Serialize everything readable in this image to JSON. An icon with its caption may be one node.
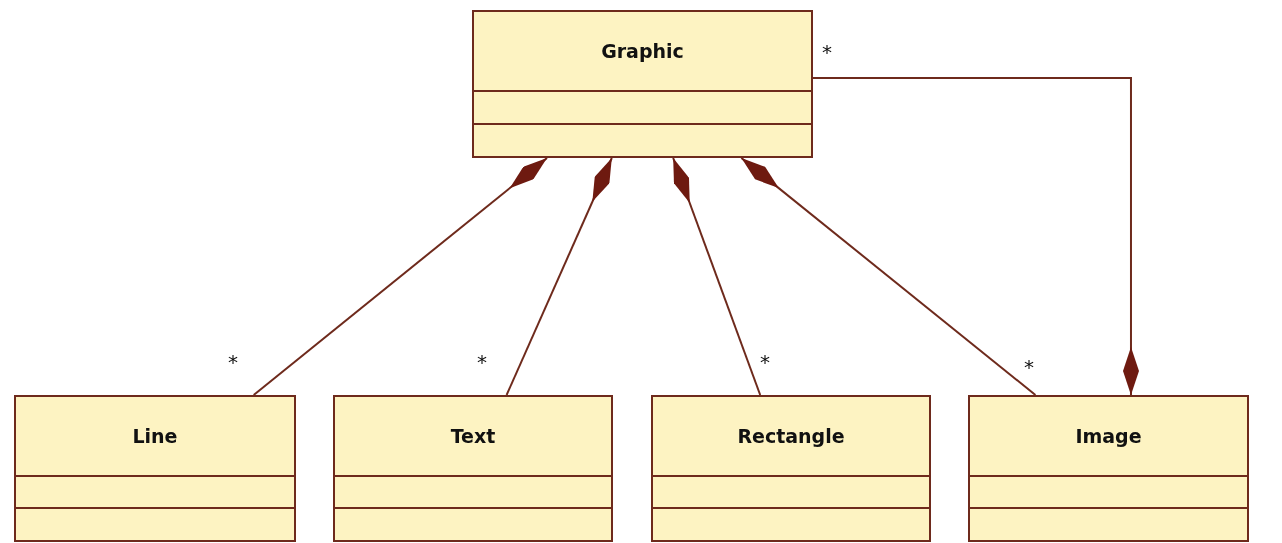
{
  "diagram": {
    "nodes": [
      {
        "text": [
          "Graphic"
        ]
      },
      {
        "text": [
          "Line"
        ]
      },
      {
        "text": [
          "Text"
        ]
      },
      {
        "text": [
          "Rectangle"
        ]
      },
      {
        "text": [
          "Image"
        ]
      }
    ],
    "edges": [
      {
        "from": 1,
        "to": 0,
        "arrow": "other"
      },
      {
        "from": 2,
        "to": 0,
        "arrow": "other"
      },
      {
        "from": 3,
        "to": 0,
        "arrow": "other"
      },
      {
        "from": 4,
        "to": 0,
        "arrow": "other"
      },
      {
        "from": 0,
        "to": 4,
        "arrow": "other"
      }
    ],
    "labels": [
      "*",
      "*",
      "*",
      "*",
      "*"
    ]
  }
}
